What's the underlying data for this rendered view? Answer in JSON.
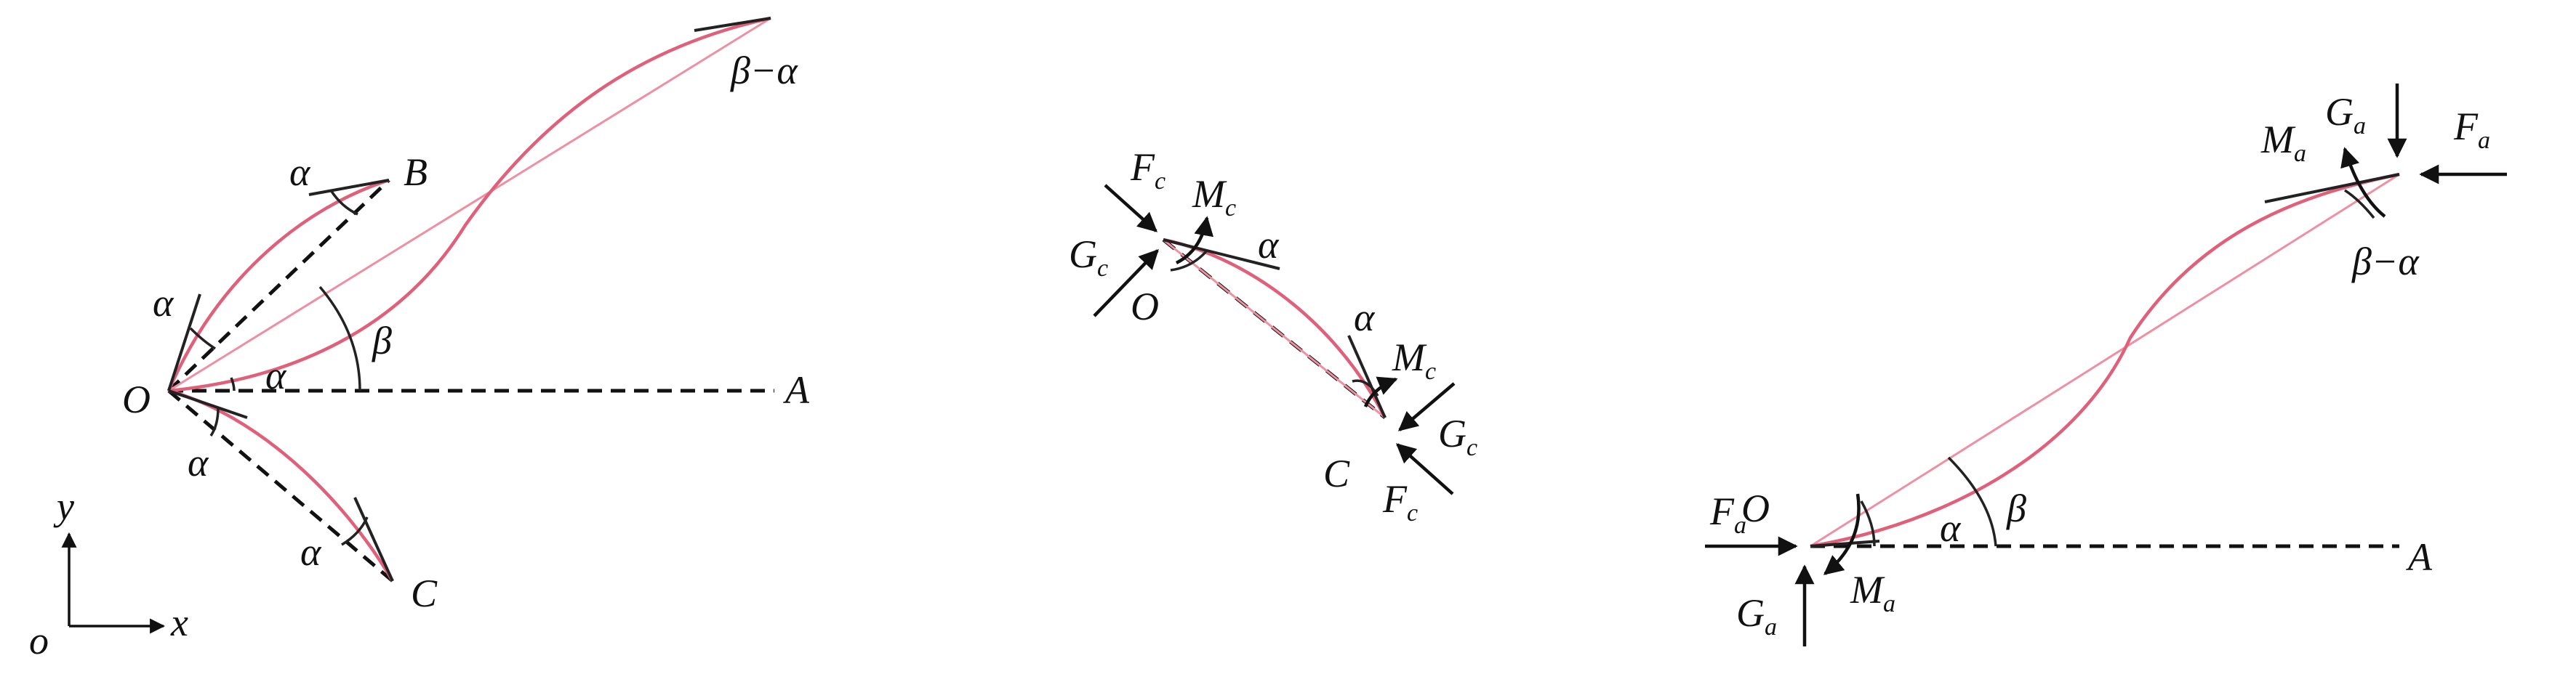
{
  "colors": {
    "beam": "#e0607a",
    "chord": "#ef8fa2",
    "ink": "#111111"
  },
  "panel_left": {
    "O": "O",
    "A": "A",
    "B": "B",
    "C": "C",
    "alpha": "α",
    "beta": "β",
    "beta_minus_alpha": "β−α",
    "axis_x": "x",
    "axis_y": "y",
    "origin": "o"
  },
  "panel_middle": {
    "O": "O",
    "C": "C",
    "alpha": "α",
    "F_c": {
      "base": "F",
      "sub": "c"
    },
    "M_c": {
      "base": "M",
      "sub": "c"
    },
    "G_c": {
      "base": "G",
      "sub": "c"
    }
  },
  "panel_right": {
    "O": "O",
    "A": "A",
    "alpha": "α",
    "beta": "β",
    "beta_minus_alpha": "β−α",
    "F_a": {
      "base": "F",
      "sub": "a"
    },
    "M_a": {
      "base": "M",
      "sub": "a"
    },
    "G_a": {
      "base": "G",
      "sub": "a"
    }
  }
}
